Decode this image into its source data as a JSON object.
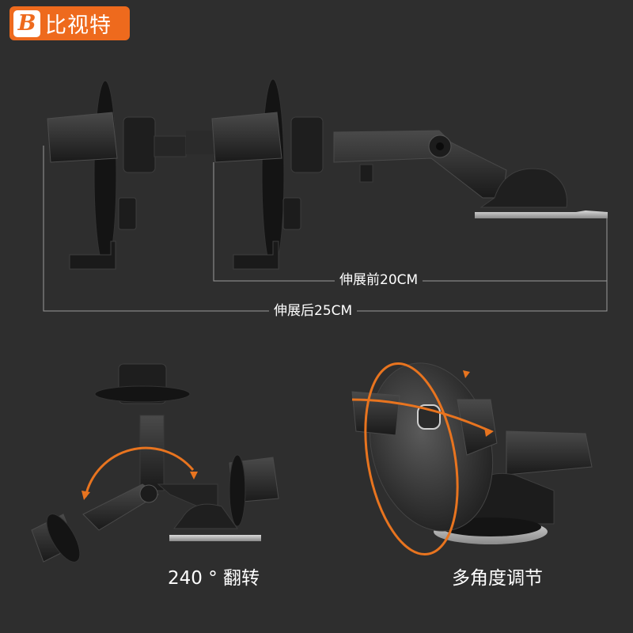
{
  "brand": {
    "mark": "B",
    "name": "比视特",
    "color": "#ee6a1d"
  },
  "dimensions": {
    "before_label": "伸展前20CM",
    "after_label": "伸展后25CM"
  },
  "features": [
    {
      "caption": "240 ° 翻转",
      "icon": "rotate-240-arrow"
    },
    {
      "caption": "多角度调节",
      "icon": "multi-angle-orbit-arrow"
    }
  ],
  "colors": {
    "background": "#2e2e2e",
    "accent_arrow": "#e8741f",
    "dimension_line": "#9a9a9a",
    "product": "#1b1b1b"
  }
}
